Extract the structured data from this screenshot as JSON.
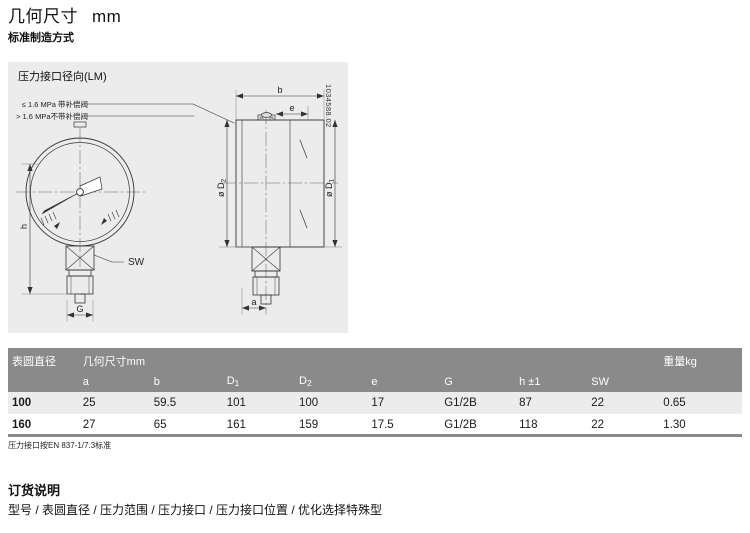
{
  "header": {
    "title": "几何尺寸",
    "unit": "mm",
    "subtitle": "标准制造方式"
  },
  "drawing": {
    "panel_title": "压力接口径向(LM)",
    "drawing_code": "1034588.02",
    "callouts": {
      "line1": "≤ 1.6 MPa 带补偿阀",
      "line2": "> 1.6 MPa不带补偿阀"
    },
    "dimension_labels": {
      "b": "b",
      "e": "e",
      "h": "h",
      "g": "G",
      "sw": "SW",
      "a": "a",
      "d1": "ø D",
      "d1_sub": "1",
      "d2": "ø D",
      "d2_sub": "2"
    }
  },
  "table": {
    "header_top": {
      "diameter": "表圆直径",
      "dimensions": "几何尺寸mm",
      "weight": "重量kg"
    },
    "header_cols": [
      "a",
      "b",
      "D1",
      "D2",
      "e",
      "G",
      "h ±1",
      "SW"
    ],
    "header_cols_display": [
      {
        "base": "a",
        "sub": ""
      },
      {
        "base": "b",
        "sub": ""
      },
      {
        "base": "D",
        "sub": "1"
      },
      {
        "base": "D",
        "sub": "2"
      },
      {
        "base": "e",
        "sub": ""
      },
      {
        "base": "G",
        "sub": ""
      },
      {
        "base": "h ±1",
        "sub": ""
      },
      {
        "base": "SW",
        "sub": ""
      }
    ],
    "rows": [
      {
        "diameter": "100",
        "a": "25",
        "b": "59.5",
        "d1": "101",
        "d2": "100",
        "e": "17",
        "g": "G1/2B",
        "h": "87",
        "sw": "22",
        "weight": "0.65"
      },
      {
        "diameter": "160",
        "a": "27",
        "b": "65",
        "d1": "161",
        "d2": "159",
        "e": "17.5",
        "g": "G1/2B",
        "h": "118",
        "sw": "22",
        "weight": "1.30"
      }
    ],
    "note": "压力接口按EN 837-1/7.3标准"
  },
  "ordering": {
    "title": "订货说明",
    "line": "型号 / 表圆直径 / 压力范围 / 压力接口 / 压力接口位置 / 优化选择特殊型"
  },
  "colors": {
    "panel_bg": "#ececec",
    "table_header_bg": "#8a8a8a",
    "row_alt_bg": "#ececec",
    "line": "#333333"
  }
}
